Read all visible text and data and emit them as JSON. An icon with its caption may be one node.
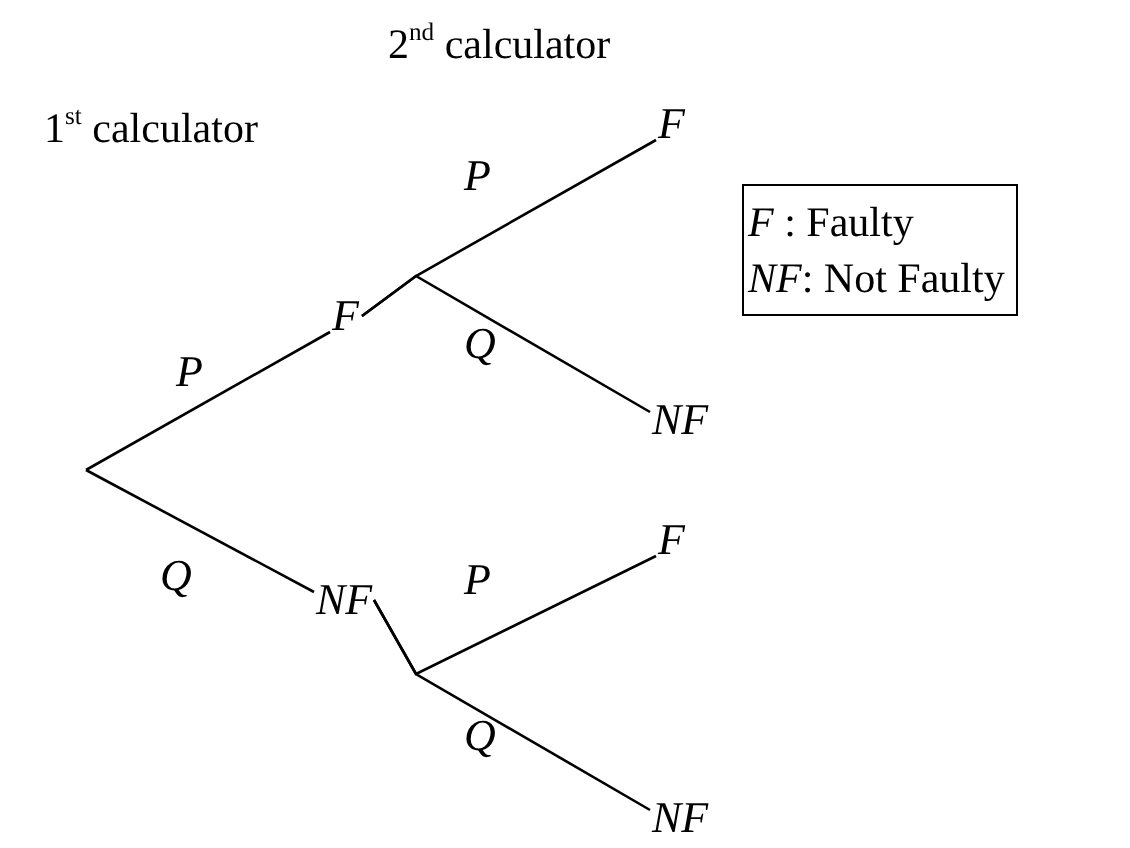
{
  "diagram": {
    "nodes": [
      {
        "text": [
          "F"
        ]
      },
      {
        "text": [
          "NF"
        ]
      },
      {
        "text": [
          "F"
        ]
      },
      {
        "text": [
          "NF"
        ]
      },
      {
        "text": [
          "F"
        ]
      },
      {
        "text": [
          "NF"
        ]
      },
      {
        "text": [
          "*F* : Faulty",
          "*NF*: Not Faulty"
        ]
      }
    ],
    "edges": [
      {
        "from": null,
        "to": 0,
        "arrow": "none",
        "label": "P"
      },
      {
        "from": null,
        "to": 1,
        "arrow": "none",
        "label": "Q"
      },
      {
        "from": 0,
        "to": 2,
        "arrow": "none",
        "label": "P"
      },
      {
        "from": 0,
        "to": 3,
        "arrow": "none",
        "label": "Q"
      },
      {
        "from": 1,
        "to": 4,
        "arrow": "none",
        "label": "P"
      },
      {
        "from": 1,
        "to": 5,
        "arrow": "none",
        "label": "Q"
      }
    ],
    "labels": [
      "1$^{st}$ calculator",
      "2$^{nd}$ calculator"
    ]
  }
}
